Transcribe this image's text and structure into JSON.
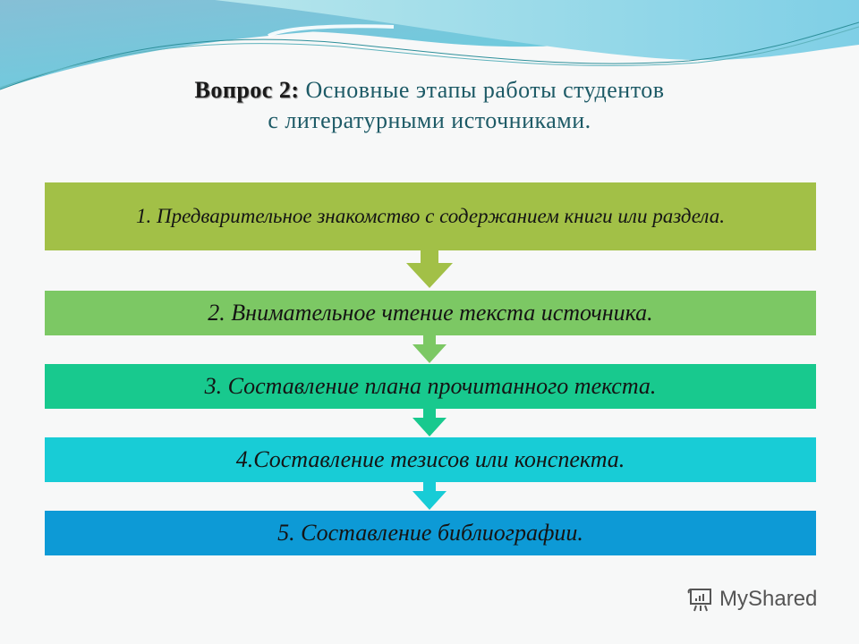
{
  "title": {
    "prefix": "Вопрос 2:",
    "line1": " Основные этапы работы студентов",
    "line2": "с литературными источниками."
  },
  "steps": [
    {
      "text": "1. Предварительное знакомство с содержанием книги или раздела.",
      "color": "#a2c047"
    },
    {
      "text": "2. Внимательное чтение текста источника.",
      "color": "#7cc864"
    },
    {
      "text": "3. Составление плана прочитанного текста.",
      "color": "#18c98e"
    },
    {
      "text": "4.Составление тезисов или конспекта.",
      "color": "#18ccd6"
    },
    {
      "text": "5. Составление библиографии.",
      "color": "#0d9ad6"
    }
  ],
  "watermark": {
    "label": "MyShared",
    "icon": "presentation-board-icon"
  }
}
